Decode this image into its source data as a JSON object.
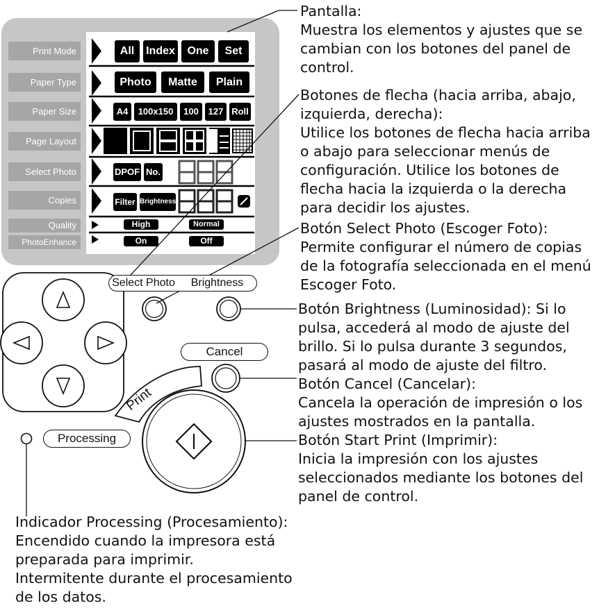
{
  "display_labels": [
    "Print Mode",
    "Paper Type",
    "Paper Size",
    "Page Layout",
    "Select Photo",
    "Copies",
    "Quality",
    "PhotoEnhance"
  ],
  "print_mode_options": [
    "All",
    "Index",
    "One",
    "Set"
  ],
  "paper_type_options": [
    "Photo",
    "Matte",
    "Plain"
  ],
  "paper_size_options": [
    "A4",
    "100x150",
    "100",
    "127",
    "Roll"
  ],
  "select_photo": {
    "dpof": "DPOF",
    "no": "No.",
    "digits": "888"
  },
  "copies": {
    "filter": "Filter",
    "brightness": "Brightness",
    "digits": "888"
  },
  "quality_options": [
    "High",
    "Normal"
  ],
  "enhance_options": [
    "On",
    "Off"
  ],
  "buttons": {
    "select_photo": "Select Photo",
    "brightness": "Brightness",
    "cancel": "Cancel",
    "print": "Print",
    "processing": "Processing"
  },
  "descriptions": {
    "pantalla": [
      "Pantalla:",
      "Muestra los elementos y ajustes que se",
      "cambian con los botones del panel de",
      "control."
    ],
    "flecha": [
      "Botones de flecha (hacia arriba, abajo,",
      "izquierda, derecha):",
      " Utilice los botones de flecha hacia arriba",
      "o abajo para seleccionar menús de",
      "configuración. Utilice los botones de",
      "flecha hacia la izquierda o la derecha",
      "para decidir los ajustes."
    ],
    "select_photo": [
      "Botón Select Photo (Escoger Foto):",
      "Permite configurar el número de copias",
      "de la fotografía seleccionada en el menú",
      "Escoger Foto."
    ],
    "brightness": [
      "Botón Brightness (Luminosidad): Si lo",
      "pulsa, accederá al modo de ajuste del",
      "brillo. Si lo pulsa durante 3 segundos,",
      "pasará al modo de ajuste del filtro."
    ],
    "cancel": [
      "Botón Cancel (Cancelar):",
      " Cancela la operación de impresión o los",
      "ajustes mostrados en la pantalla."
    ],
    "start": [
      "Botón Start Print (Imprimir):",
      " Inicia la impresión con los ajustes",
      "seleccionados mediante los botones del",
      "panel de control."
    ],
    "processing": [
      "Indicador Processing (Procesamiento):",
      " Encendido cuando la impresora está",
      "preparada para imprimir.",
      "Intermitente durante el procesamiento",
      "de los datos."
    ]
  }
}
